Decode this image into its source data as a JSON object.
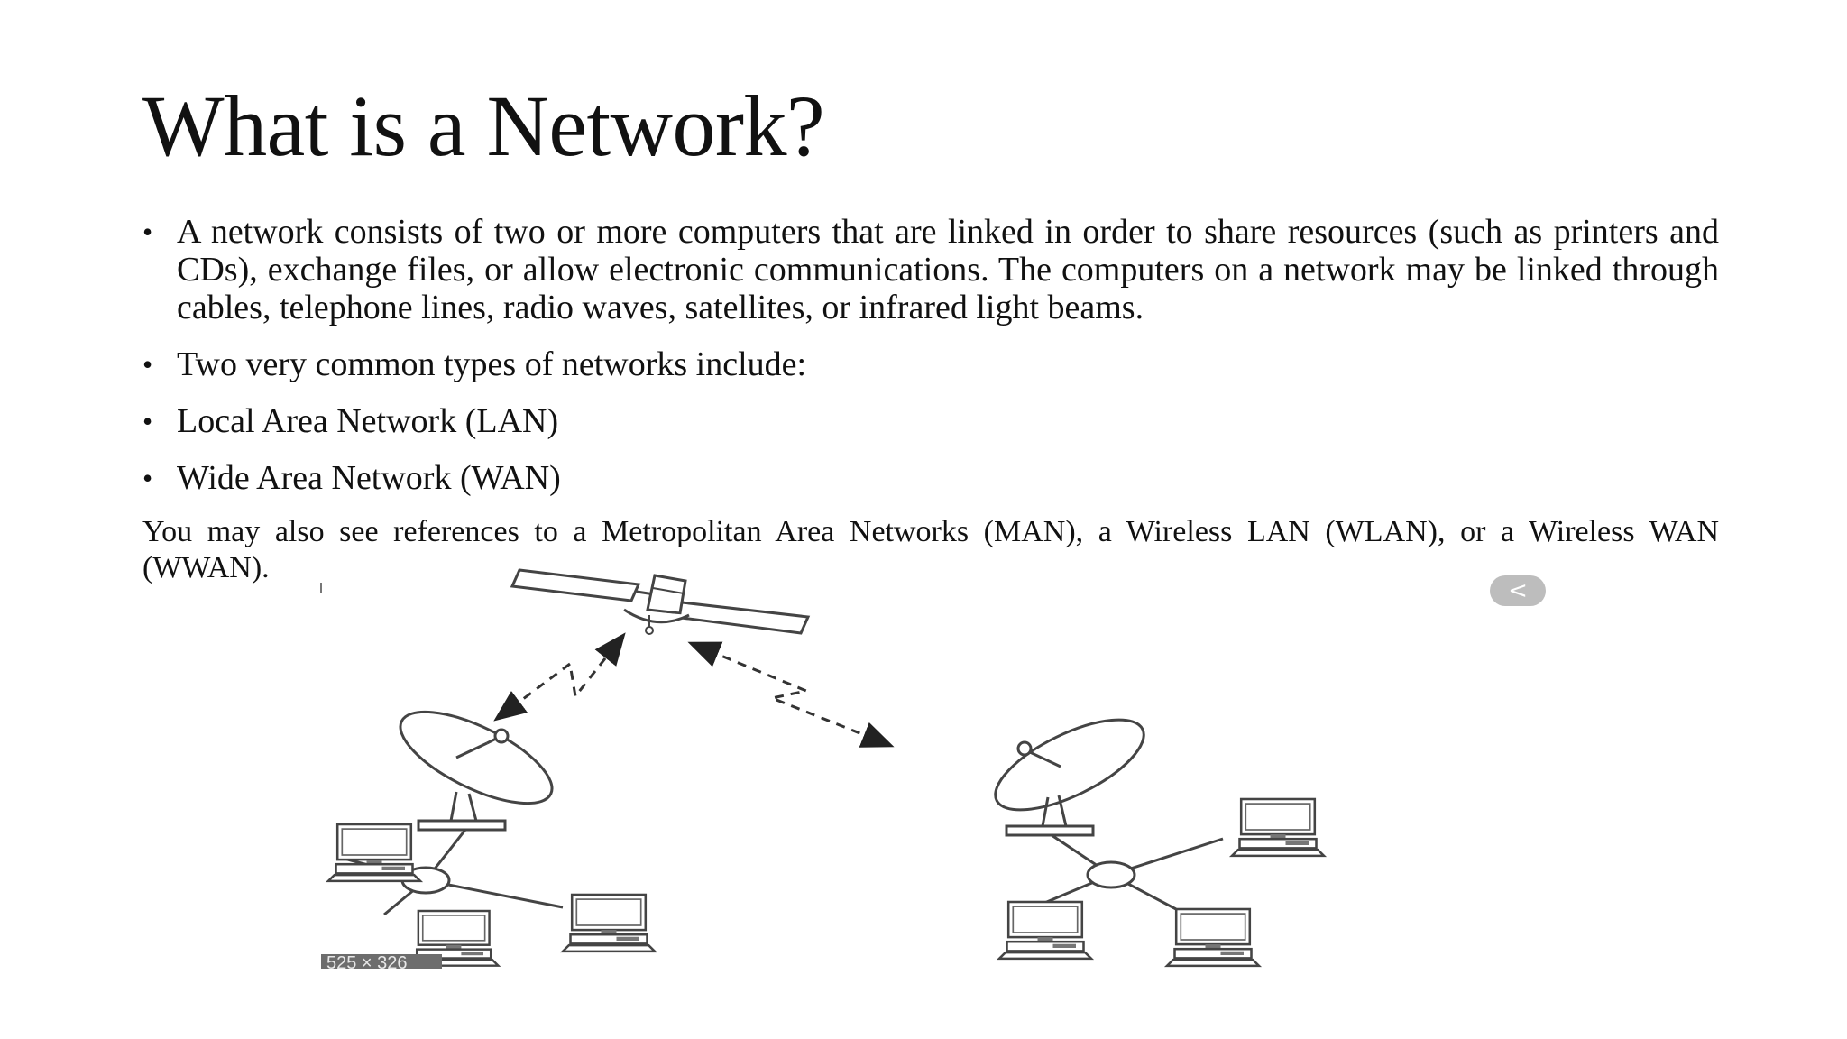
{
  "slide": {
    "title": "What is a Network?",
    "bullets": [
      "A network consists of two or more computers that are linked in order to share resources (such as printers and CDs), exchange files, or allow electronic communications. The computers on a network may be linked through cables, telephone lines, radio waves, satellites, or infrared light beams.",
      "Two very common types of networks include:",
      "Local Area Network (LAN)",
      "Wide Area Network (WAN)"
    ],
    "bullet_symbol": "•",
    "note": "You may also see references to a Metropolitan Area Networks (MAN), a Wireless LAN (WLAN), or a Wireless WAN (WWAN)."
  },
  "image": {
    "badge_text": "525 × 326",
    "back_button_symbol": "<",
    "icons": [
      "satellite-icon",
      "satellite-dish-icon",
      "computer-icon",
      "hub-icon"
    ]
  }
}
